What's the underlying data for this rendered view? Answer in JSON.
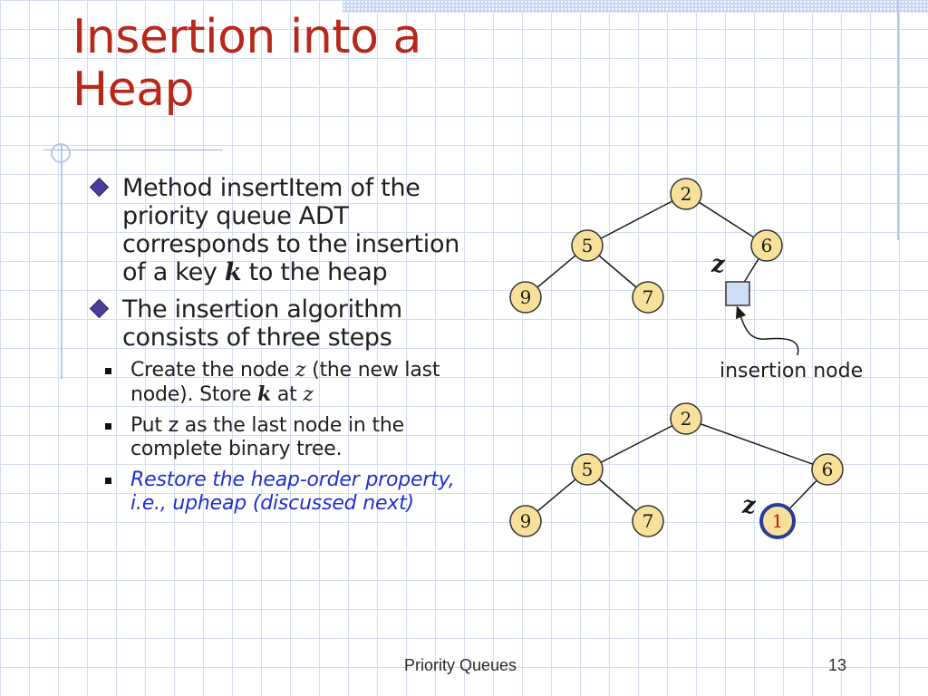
{
  "slide": {
    "title_line1": "Insertion into a",
    "title_line2": "Heap",
    "bullet1": {
      "text_before": "Method insertItem of the priority queue ADT corresponds to the insertion of a key ",
      "var": "k",
      "text_after": " to the heap"
    },
    "bullet2": {
      "text": "The insertion algorithm consists of three steps",
      "steps": [
        {
          "text_a": "Create the node ",
          "var1": "z",
          "text_b": " (the new last node). Store ",
          "var2": "k",
          "text_c": " at ",
          "var3": "z"
        },
        {
          "text": "Put z as the last node in the complete binary tree."
        },
        {
          "text": "Restore the heap-order property, i.e., upheap (discussed next)"
        }
      ]
    }
  },
  "diagram": {
    "top_tree": {
      "root": "2",
      "left": "5",
      "right": "6",
      "left_left": "9",
      "left_right": "7",
      "z_label": "z",
      "insertion_label": "insertion node"
    },
    "bottom_tree": {
      "root": "2",
      "left": "5",
      "right": "6",
      "left_left": "9",
      "left_right": "7",
      "new_node": "1",
      "z_label": "z"
    },
    "colors": {
      "node_fill": "#f7e19a",
      "node_border": "#333333",
      "insertion_fill": "#cfdcf7",
      "new_node_border": "#2a3a9a",
      "new_node_text": "#c0141c"
    }
  },
  "footer": {
    "center": "Priority Queues",
    "page": "13"
  }
}
